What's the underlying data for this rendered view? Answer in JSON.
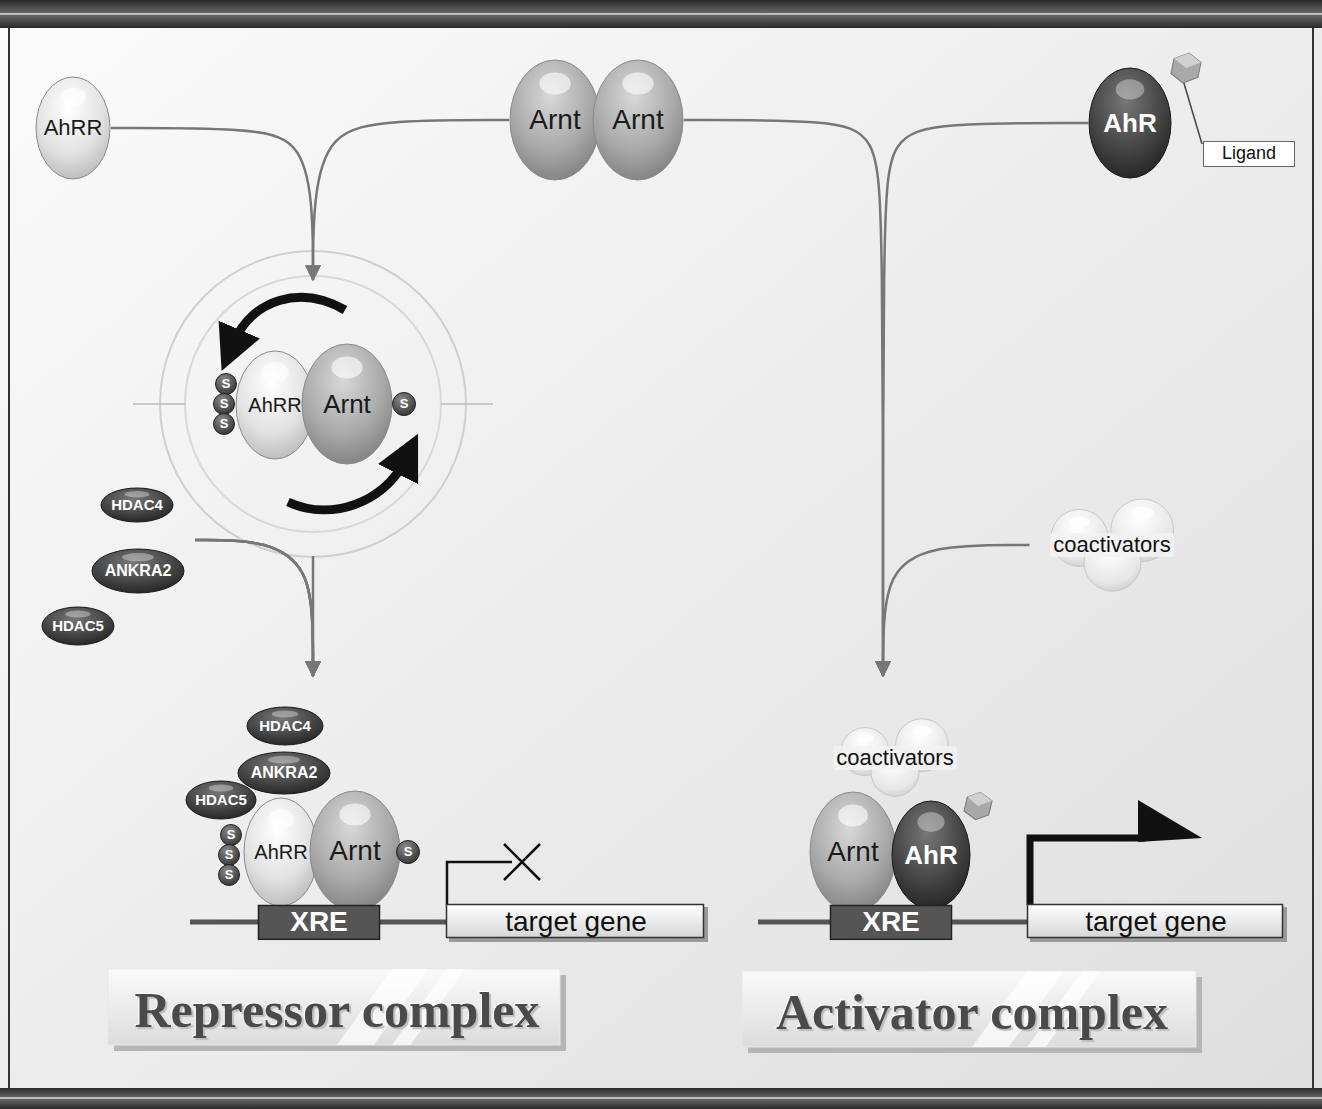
{
  "diagram": {
    "nodes": [
      {
        "text": [
          "AhRR"
        ]
      },
      {
        "text": [
          "Arnt"
        ]
      },
      {
        "text": [
          "Arnt"
        ]
      },
      {
        "text": [
          "AhR"
        ]
      },
      {
        "text": [
          "Ligand"
        ]
      },
      {
        "text": [
          "S"
        ]
      },
      {
        "text": [
          "S"
        ]
      },
      {
        "text": [
          "S"
        ]
      },
      {
        "text": [
          "AhRR"
        ]
      },
      {
        "text": [
          "Arnt"
        ]
      },
      {
        "text": [
          "S"
        ]
      },
      {
        "text": [
          "HDAC4"
        ]
      },
      {
        "text": [
          "ANKRA2"
        ]
      },
      {
        "text": [
          "HDAC5"
        ]
      },
      {
        "text": [
          "coactivators"
        ]
      },
      {
        "text": [
          "HDAC4"
        ]
      },
      {
        "text": [
          "ANKRA2"
        ]
      },
      {
        "text": [
          "HDAC5"
        ]
      },
      {
        "text": [
          "S"
        ]
      },
      {
        "text": [
          "S"
        ]
      },
      {
        "text": [
          "S"
        ]
      },
      {
        "text": [
          "AhRR"
        ]
      },
      {
        "text": [
          "Arnt"
        ]
      },
      {
        "text": [
          "S"
        ]
      },
      {
        "text": [
          "XRE"
        ]
      },
      {
        "text": [
          "target gene"
        ]
      },
      {
        "text": [
          "coactivators"
        ]
      },
      {
        "text": [
          "Arnt"
        ]
      },
      {
        "text": [
          "AhR"
        ]
      },
      {
        "text": [
          "XRE"
        ]
      },
      {
        "text": [
          "target gene"
        ]
      },
      {
        "text": [
          "Repressor complex"
        ]
      },
      {
        "text": [
          "Activator complex"
        ]
      }
    ],
    "edges": [
      {
        "from": 0,
        "to": 8,
        "arrow": "to"
      },
      {
        "from": 1,
        "to": 8,
        "arrow": "to"
      },
      {
        "from": 8,
        "to": 21,
        "arrow": "to"
      },
      {
        "from": 11,
        "to": 21,
        "arrow": "to"
      },
      {
        "from": 12,
        "to": 21,
        "arrow": "to"
      },
      {
        "from": 13,
        "to": 21,
        "arrow": "to"
      },
      {
        "from": 2,
        "to": 28,
        "arrow": "to"
      },
      {
        "from": 3,
        "to": 28,
        "arrow": "to"
      },
      {
        "from": 14,
        "to": 28,
        "arrow": "to"
      }
    ]
  }
}
